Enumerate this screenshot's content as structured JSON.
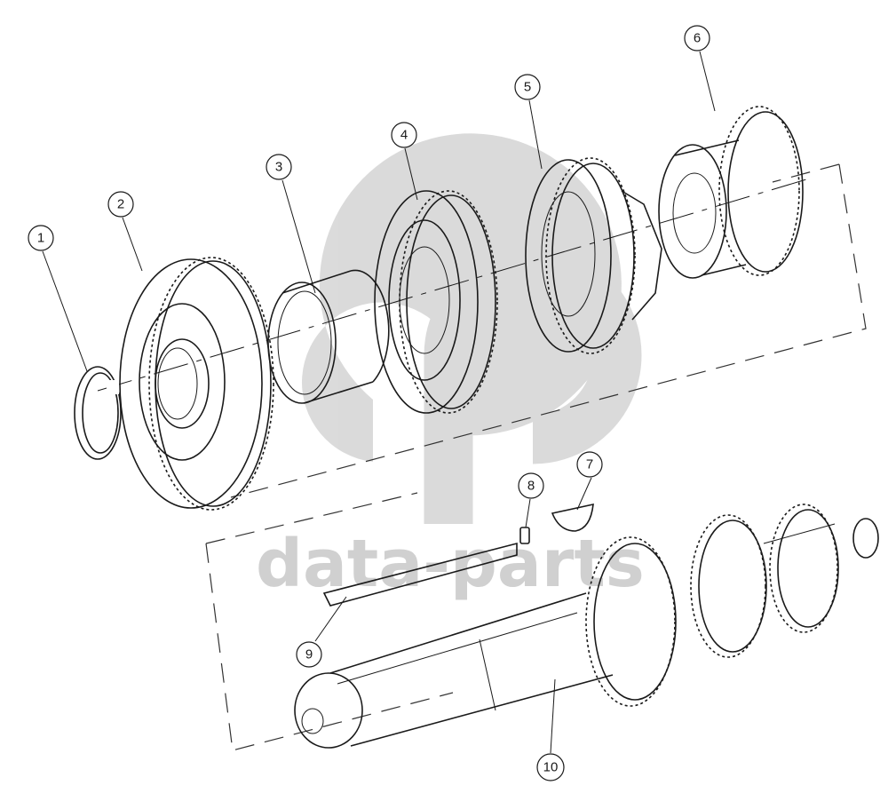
{
  "callouts": [
    "1",
    "2",
    "3",
    "4",
    "5",
    "6",
    "7",
    "8",
    "9",
    "10"
  ],
  "watermark": {
    "text": "data-parts",
    "color": "#c8c8c8"
  }
}
